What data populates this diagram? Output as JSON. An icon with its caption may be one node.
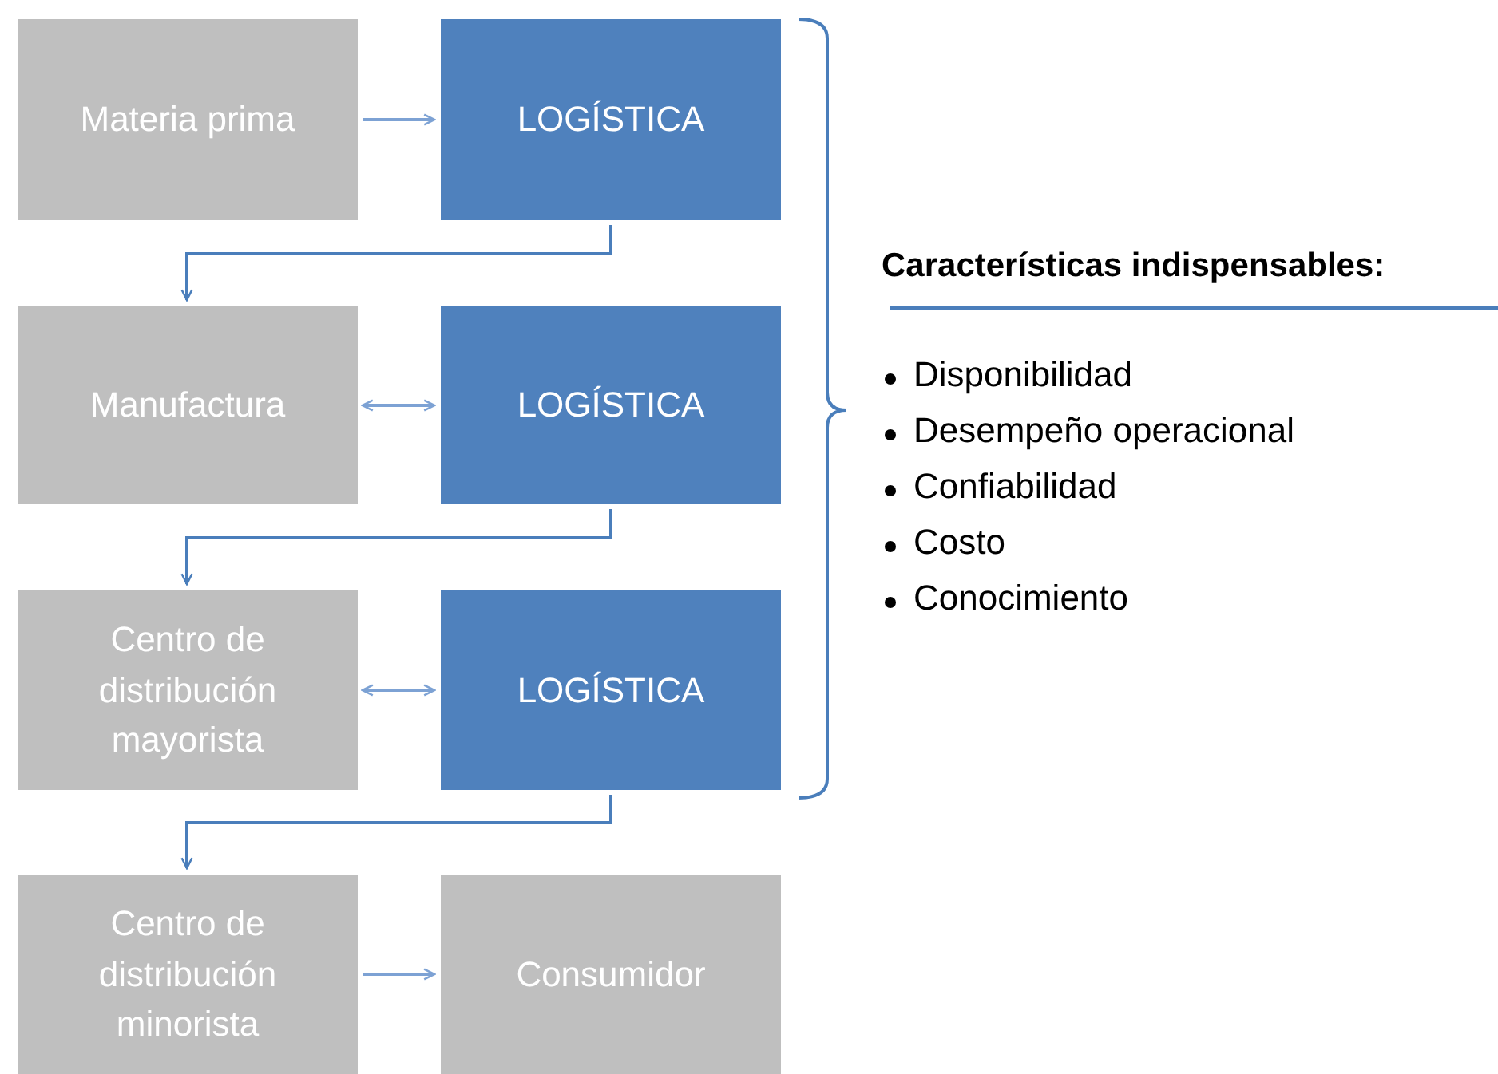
{
  "diagram": {
    "nodes": [
      {
        "text": [
          "Materia prima"
        ]
      },
      {
        "text": [
          "LOGÍSTICA"
        ]
      },
      {
        "text": [
          "Manufactura"
        ]
      },
      {
        "text": [
          "LOGÍSTICA"
        ]
      },
      {
        "text": [
          "Centro de distribución mayorista"
        ]
      },
      {
        "text": [
          "LOGÍSTICA"
        ]
      },
      {
        "text": [
          "Centro de distribución minorista"
        ]
      },
      {
        "text": [
          "Consumidor"
        ]
      }
    ],
    "edges": [
      {
        "from": 0,
        "to": 1,
        "arrow": "to"
      },
      {
        "from": 1,
        "to": 2,
        "arrow": "to"
      },
      {
        "from": 2,
        "to": 3,
        "arrow": "both"
      },
      {
        "from": 3,
        "to": 4,
        "arrow": "to"
      },
      {
        "from": 4,
        "to": 5,
        "arrow": "both"
      },
      {
        "from": 5,
        "to": 6,
        "arrow": "to"
      },
      {
        "from": 6,
        "to": 7,
        "arrow": "to"
      }
    ],
    "labels": [
      "Características indispensables:",
      "Disponibilidad",
      "Desempeño operacional",
      "Confiabilidad",
      "Costo",
      "Conocimiento"
    ]
  }
}
